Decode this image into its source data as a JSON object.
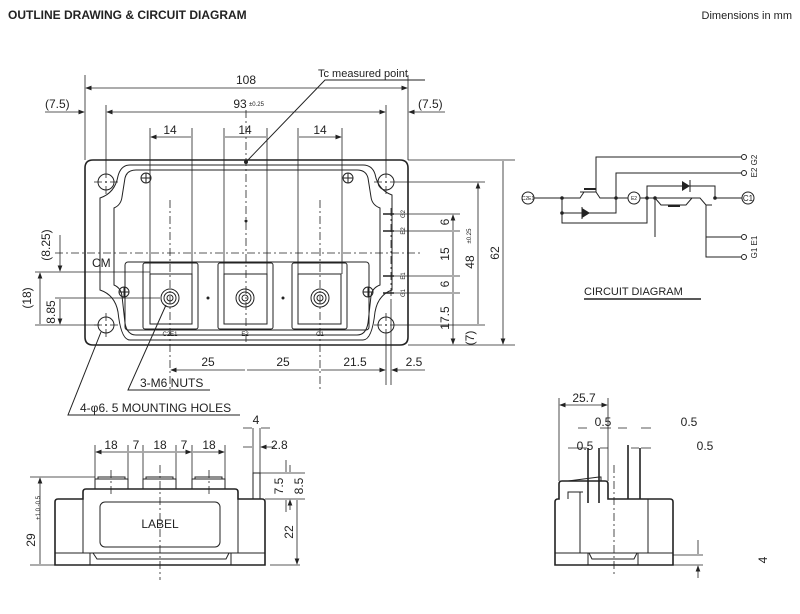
{
  "header": {
    "title": "OUTLINE DRAWING & CIRCUIT DIAGRAM",
    "units_note": "Dimensions in mm"
  },
  "top_view": {
    "tc_point": "Tc measured point",
    "dims": {
      "overall_width": "108",
      "hole_pitch": "93",
      "hole_pitch_tol": "±0.25",
      "edge_left": "(7.5)",
      "edge_right": "(7.5)",
      "terminal_width": [
        "14",
        "14",
        "14"
      ],
      "terminal_pitch": [
        "25",
        "25",
        "21.5",
        "2.5"
      ],
      "gate_pitch": [
        "6",
        "15",
        "6",
        "17.5"
      ],
      "height_48": "48",
      "height_48_tol": "±0.25",
      "overall_height": "62",
      "bottom_7": "(7)",
      "left_8_25": "(8.25)",
      "left_18": "(18)",
      "left_8_85": "8.85"
    },
    "cm_label": "CM",
    "terminal_labels": [
      "C2E1",
      "E2",
      "C1"
    ],
    "gate_labels": [
      "G2",
      "E2",
      "E1",
      "G1"
    ],
    "callouts": {
      "nuts": "3-M6 NUTS",
      "holes": "4-φ6. 5 MOUNTING HOLES"
    }
  },
  "circuit": {
    "title": "CIRCUIT DIAGRAM",
    "nodes": [
      "C2E1",
      "E2",
      "C1"
    ],
    "pins": [
      "E2 G2",
      "G1 E1"
    ]
  },
  "side_view": {
    "label": "LABEL",
    "dims": {
      "widths": [
        "18",
        "7",
        "18",
        "7",
        "18"
      ],
      "pin_4": "4",
      "pin_2_8": "2.8",
      "h_8_5": "8.5",
      "h_7_5": "7.5",
      "h_22": "22",
      "h_29": "29",
      "h_29_tol": "+1.0 -0.5"
    }
  },
  "end_view": {
    "dims": {
      "width": "25.7",
      "offsets": [
        "0.5",
        "0.5",
        "0.5",
        "0.5"
      ],
      "base_4": "4"
    }
  }
}
